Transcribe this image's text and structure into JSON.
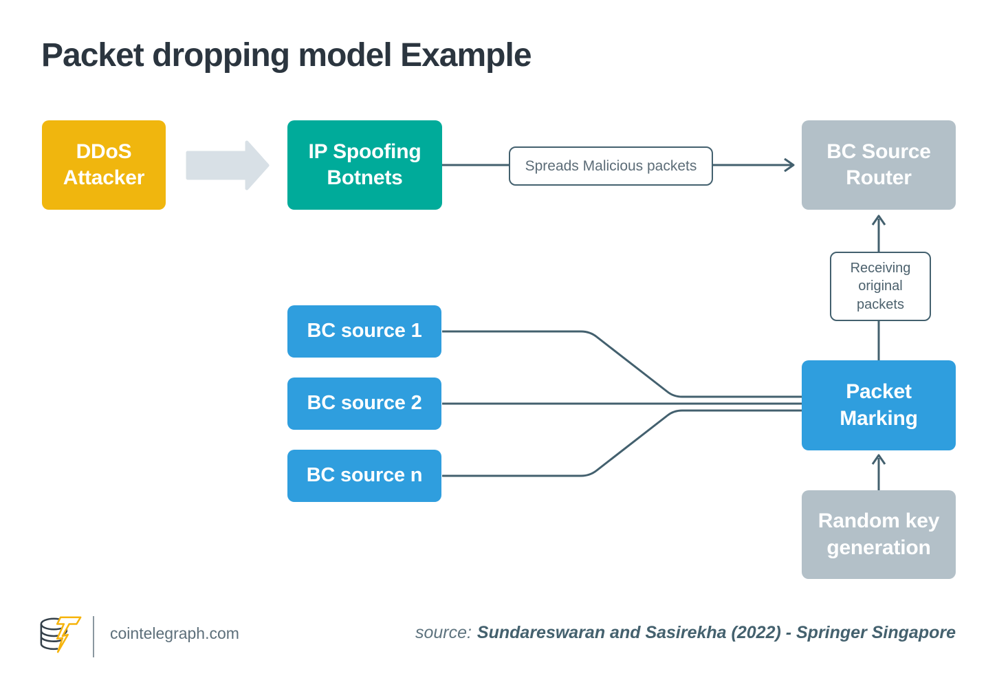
{
  "title": "Packet dropping model Example",
  "colors": {
    "attacker_yellow": "#F0B60E",
    "botnet_teal": "#00AB9A",
    "neutral_gray": "#B3C0C8",
    "primary_blue": "#2F9EDE",
    "connector_slate": "#43606E",
    "flow_arrow_gray": "#D8E0E6",
    "title_text": "#2B353F",
    "background": "#FFFFFF"
  },
  "nodes": {
    "ddos_attacker": {
      "label": "DDoS\nAttacker"
    },
    "ip_spoofing": {
      "label": "IP Spoofing\nBotnets"
    },
    "bc_source_router": {
      "label": "BC Source\nRouter"
    },
    "packet_marking": {
      "label": "Packet\nMarking"
    },
    "random_key": {
      "label": "Random key\ngeneration"
    }
  },
  "sources": [
    {
      "label": "BC source 1"
    },
    {
      "label": "BC source 2"
    },
    {
      "label": "BC source n"
    }
  ],
  "edge_labels": {
    "spreads": "Spreads Malicious packets",
    "receiving": "Receiving\noriginal\npackets"
  },
  "footer": {
    "site": "cointelegraph.com",
    "source_prefix": "source:",
    "source_citation": "Sundareswaran and Sasirekha (2022) - Springer Singapore"
  }
}
